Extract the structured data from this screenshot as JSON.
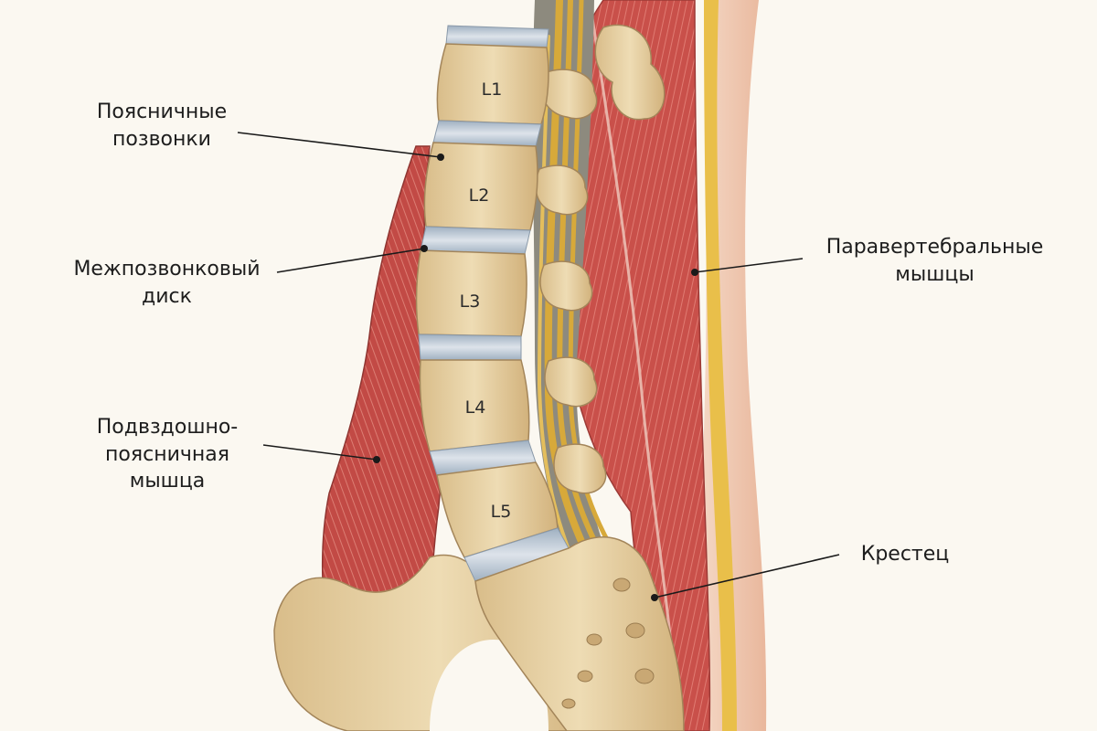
{
  "labels": {
    "lumbar_vertebrae": "Поясничные\nпозвонки",
    "intervertebral_disc": "Межпозвонковый\nдиск",
    "iliopsoas": "Подвздошно-\nпоясничная\nмышца",
    "paravertebral": "Паравертебральные\nмышцы",
    "sacrum": "Крестец"
  },
  "vertebrae": [
    "L1",
    "L2",
    "L3",
    "L4",
    "L5"
  ],
  "colors": {
    "background": "#fbf8f1",
    "bone": "#e8d3a8",
    "bone_shadow": "#c9a874",
    "disc": "#c3ccd6",
    "muscle": "#c9504a",
    "muscle_light": "#de7a70",
    "nerve": "#d7a93a",
    "fat": "#e9bf4a",
    "skin": "#efc8ae"
  }
}
